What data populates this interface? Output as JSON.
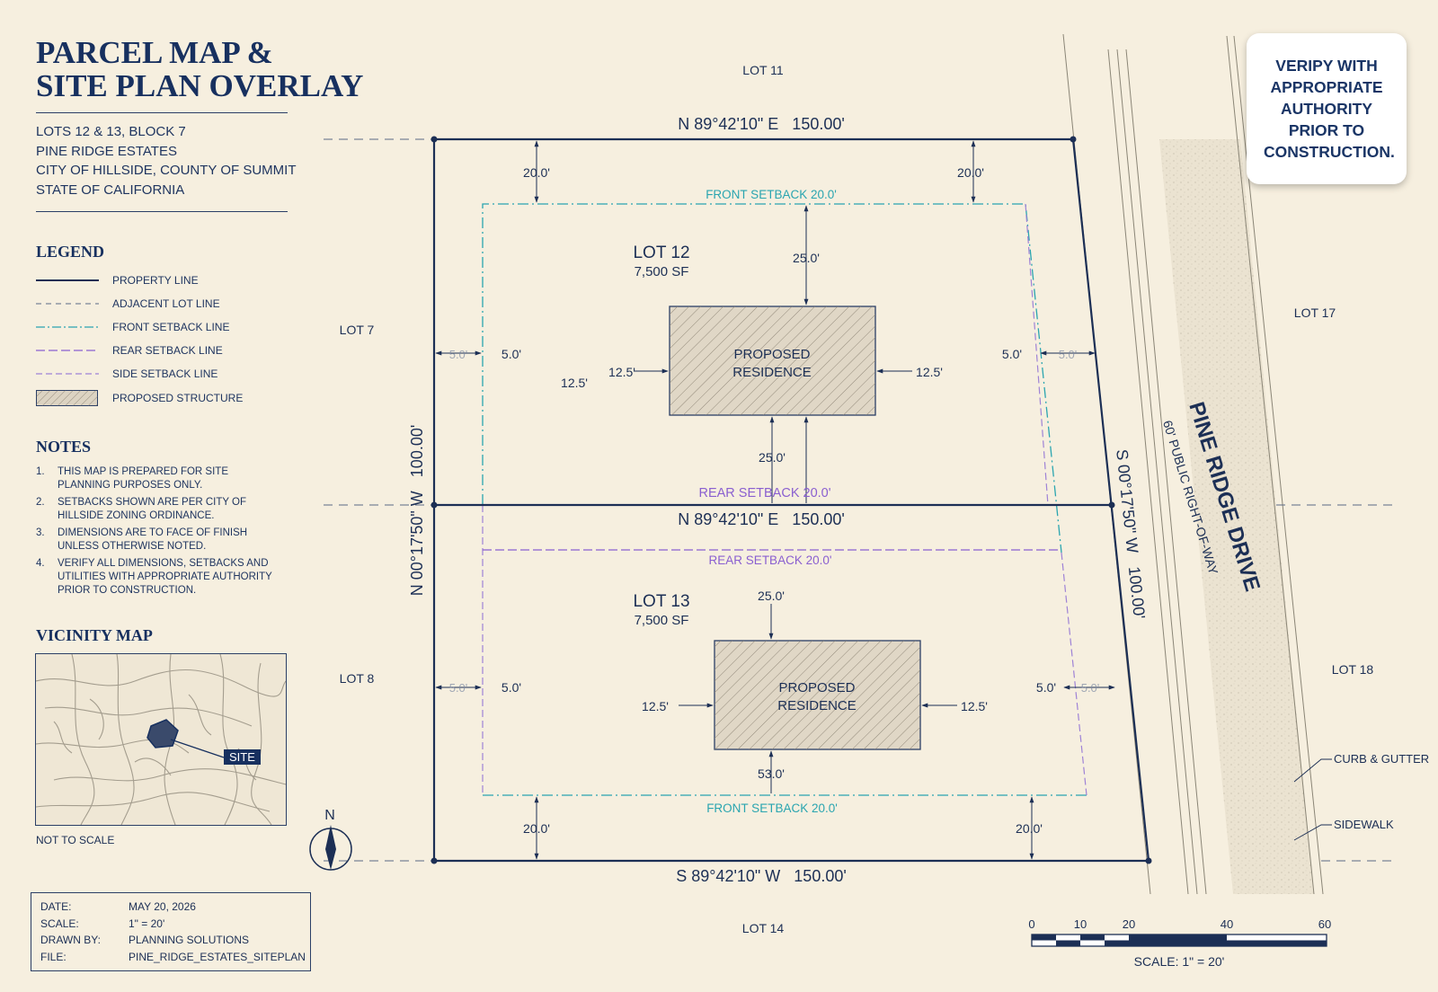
{
  "header": {
    "title_line1": "PARCEL MAP &",
    "title_line2": "SITE PLAN OVERLAY",
    "address": [
      "LOTS 12 & 13, BLOCK 7",
      "PINE RIDGE ESTATES",
      "CITY OF HILLSIDE, COUNTY OF SUMMIT",
      "STATE OF CALIFORNIA"
    ]
  },
  "legend": {
    "heading": "LEGEND",
    "items": [
      {
        "label": "PROPERTY LINE",
        "color": "#1c2f55"
      },
      {
        "label": "ADJACENT LOT LINE",
        "color": "#5a6a86"
      },
      {
        "label": "FRONT SETBACK LINE",
        "color": "#2aa5b0"
      },
      {
        "label": "REAR SETBACK LINE",
        "color": "#8a5fd0"
      },
      {
        "label": "SIDE SETBACK LINE",
        "color": "#9e82d6"
      },
      {
        "label": "PROPOSED STRUCTURE",
        "color": "#d8cfbf"
      }
    ]
  },
  "notes": {
    "heading": "NOTES",
    "items": [
      {
        "num": "1.",
        "text": "THIS MAP IS PREPARED FOR SITE PLANNING PURPOSES ONLY."
      },
      {
        "num": "2.",
        "text": "SETBACKS SHOWN ARE PER CITY OF HILLSIDE ZONING ORDINANCE."
      },
      {
        "num": "3.",
        "text": "DIMENSIONS ARE TO FACE OF FINISH UNLESS OTHERWISE NOTED."
      },
      {
        "num": "4.",
        "text": "VERIFY ALL DIMENSIONS, SETBACKS AND UTILITIES WITH APPROPRIATE AUTHORITY PRIOR TO CONSTRUCTION."
      }
    ]
  },
  "vicinity": {
    "heading": "VICINITY MAP",
    "site_label": "SITE",
    "scale_note": "NOT TO SCALE"
  },
  "titleblock": [
    {
      "key": "DATE:",
      "value": "MAY 20, 2026"
    },
    {
      "key": "SCALE:",
      "value": "1\" = 20'"
    },
    {
      "key": "DRAWN BY:",
      "value": "PLANNING SOLUTIONS"
    },
    {
      "key": "FILE:",
      "value": "PINE_RIDGE_ESTATES_SITEPLAN"
    }
  ],
  "callout": "VERIPY WITH APPROPRIATE AUTHORITY PRIOR TO CONSTRUCTION.",
  "plan": {
    "adjacent_lots": {
      "lot11": "LOT 11",
      "lot7": "LOT 7",
      "lot8": "LOT 8",
      "lot14": "LOT 14",
      "lot17": "LOT 17",
      "lot18": "LOT 18"
    },
    "bearings": {
      "north": "N 89°42'10\" E   150.00'",
      "middle": "N 89°42'10\" E   150.00'",
      "south": "S 89°42'10\" W   150.00'",
      "west": "N 00°17'50\" W   100.00'",
      "east": "S 00°17'50\" W   100.00'"
    },
    "lot12": {
      "name": "LOT 12",
      "area": "7,500 SF"
    },
    "lot13": {
      "name": "LOT 13",
      "area": "7,500 SF"
    },
    "residence_line1": "PROPOSED",
    "residence_line2": "RESIDENCE",
    "setbacks": {
      "front_top": "FRONT SETBACK 20.0'",
      "rear_mid_top": "REAR SETBACK 20.0'",
      "rear_mid_bottom": "REAR SETBACK 20.0'",
      "front_bottom": "FRONT SETBACK 20.0'"
    },
    "dims": {
      "d20": "20.0'",
      "d25": "25.0'",
      "d5": "5.0'",
      "d12_5": "12.5'",
      "d5_ghost": "5.0'",
      "d53": "53.0'"
    },
    "street": {
      "name": "PINE RIDGE DRIVE",
      "row": "60' PUBLIC RIGHT-OF-WAY",
      "curb": "CURB & GUTTER",
      "sidewalk": "SIDEWALK"
    },
    "north": "N",
    "scale_ticks": [
      "0",
      "10",
      "20",
      "40",
      "60"
    ],
    "scale_label": "SCALE: 1\" = 20'"
  }
}
